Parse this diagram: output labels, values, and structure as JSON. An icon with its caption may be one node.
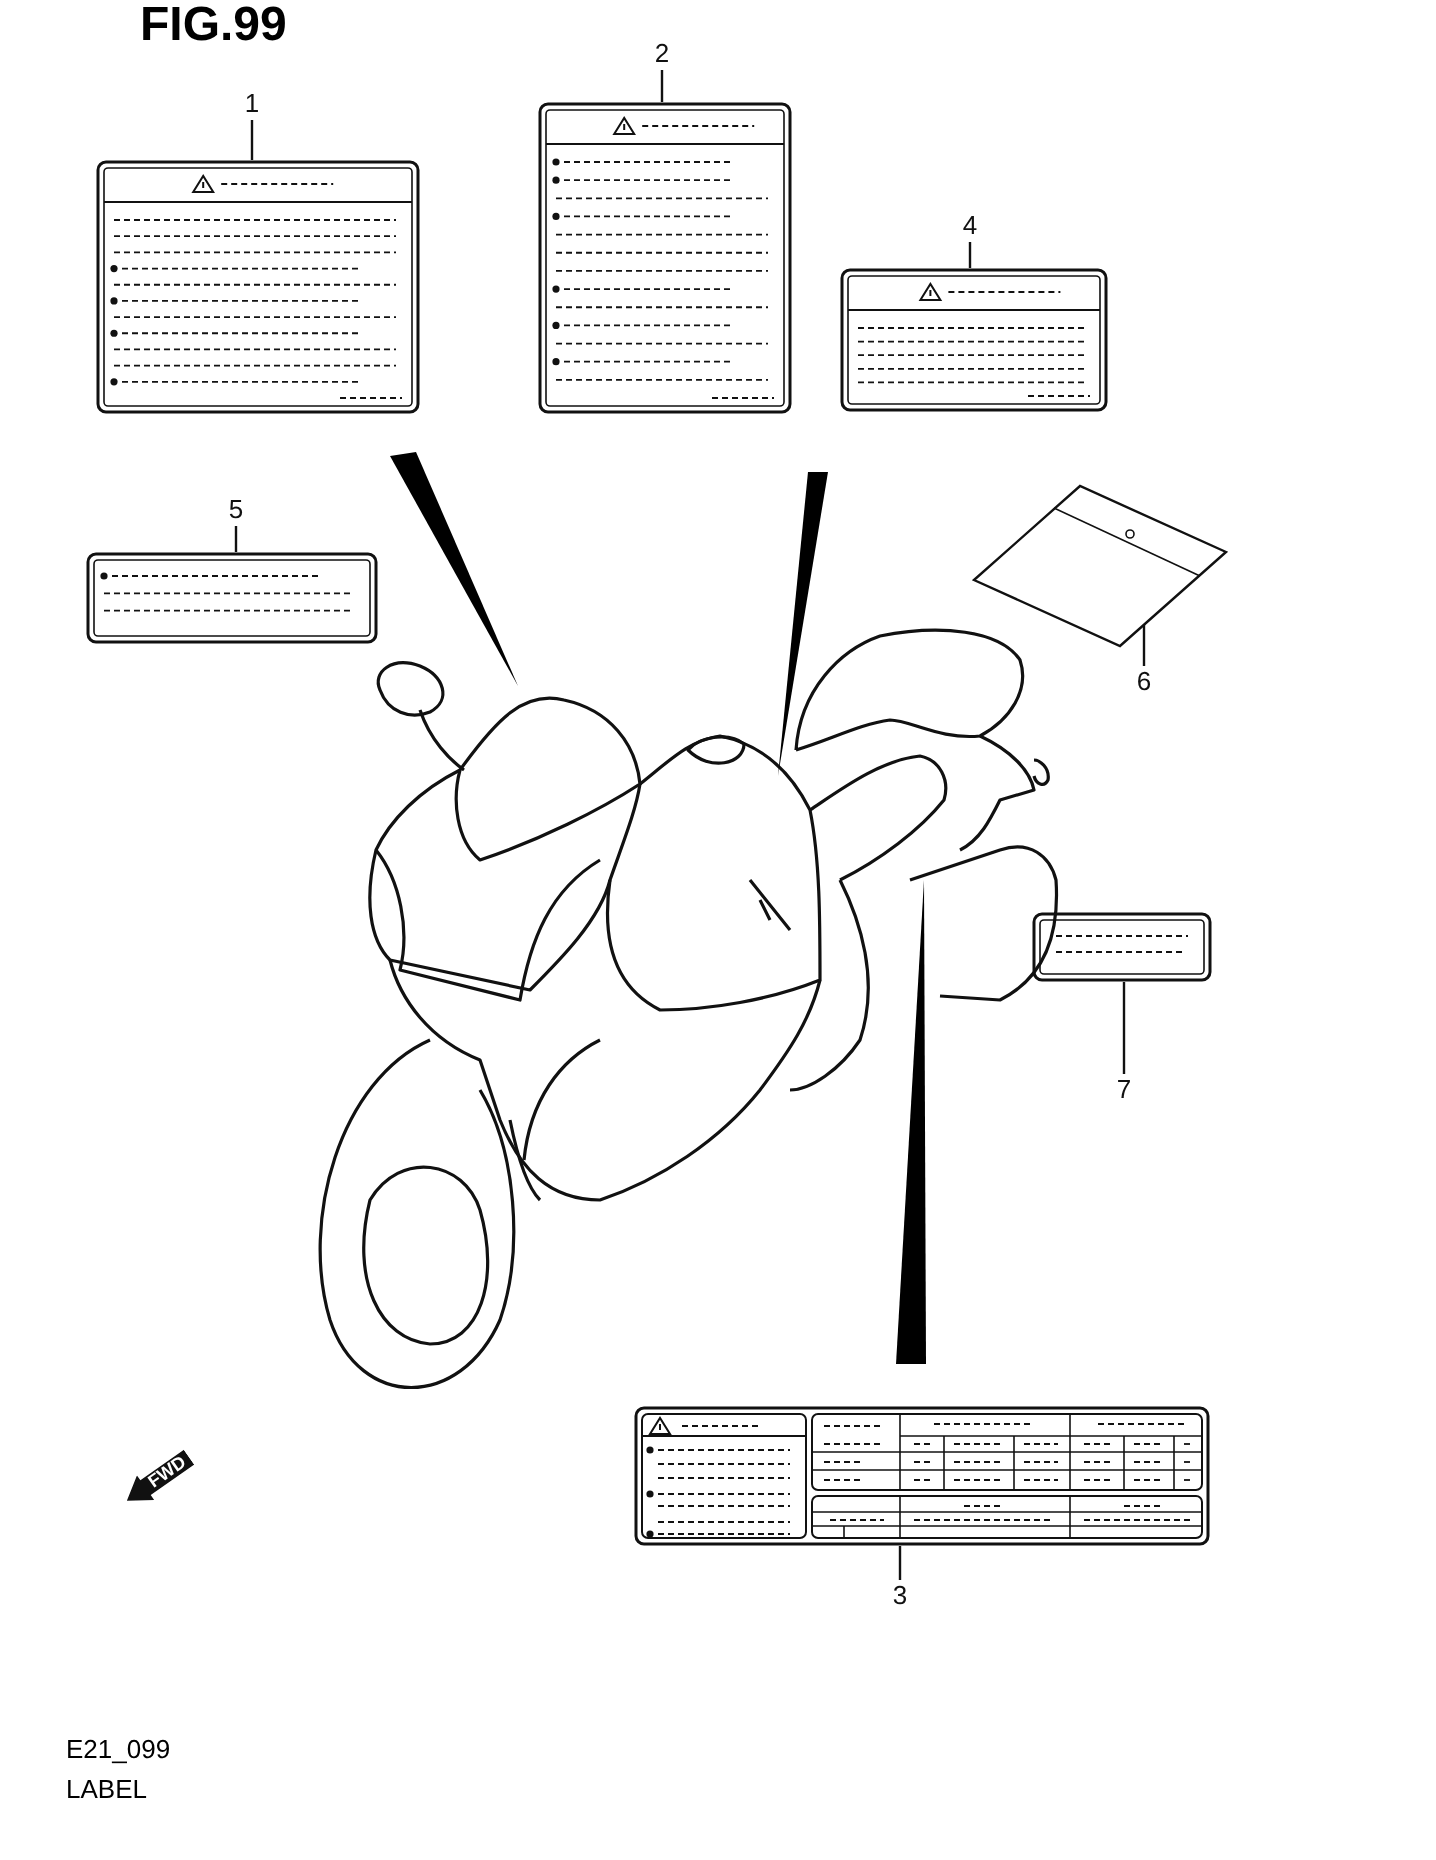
{
  "diagram": {
    "title": "FIG.99",
    "nodes": [
      {
        "text": [
          "1"
        ]
      },
      {
        "text": [],
        "shape": "box"
      },
      {
        "text": [
          "2"
        ]
      },
      {
        "text": [],
        "shape": "box"
      },
      {
        "text": [
          "4"
        ]
      },
      {
        "text": [],
        "shape": "box"
      },
      {
        "text": [
          "5"
        ]
      },
      {
        "text": [],
        "shape": "box"
      },
      {
        "text": [],
        "shape": "box"
      },
      {
        "text": [
          "6"
        ]
      },
      {
        "text": [],
        "shape": "box"
      },
      {
        "text": [
          "7"
        ]
      },
      {
        "text": [],
        "shape": "box"
      },
      {
        "text": [
          "3"
        ]
      }
    ],
    "edges": [
      {
        "from": 0,
        "to": 1,
        "arrow": "none"
      },
      {
        "from": 2,
        "to": 3,
        "arrow": "none"
      },
      {
        "from": 4,
        "to": 5,
        "arrow": "none"
      },
      {
        "from": 6,
        "to": 7,
        "arrow": "none"
      },
      {
        "from": 9,
        "to": 8,
        "arrow": "none"
      },
      {
        "from": 11,
        "to": 10,
        "arrow": "none"
      },
      {
        "from": 13,
        "to": 12,
        "arrow": "none"
      }
    ],
    "labels": [
      "FWD",
      "E21_099",
      "LABEL"
    ]
  }
}
